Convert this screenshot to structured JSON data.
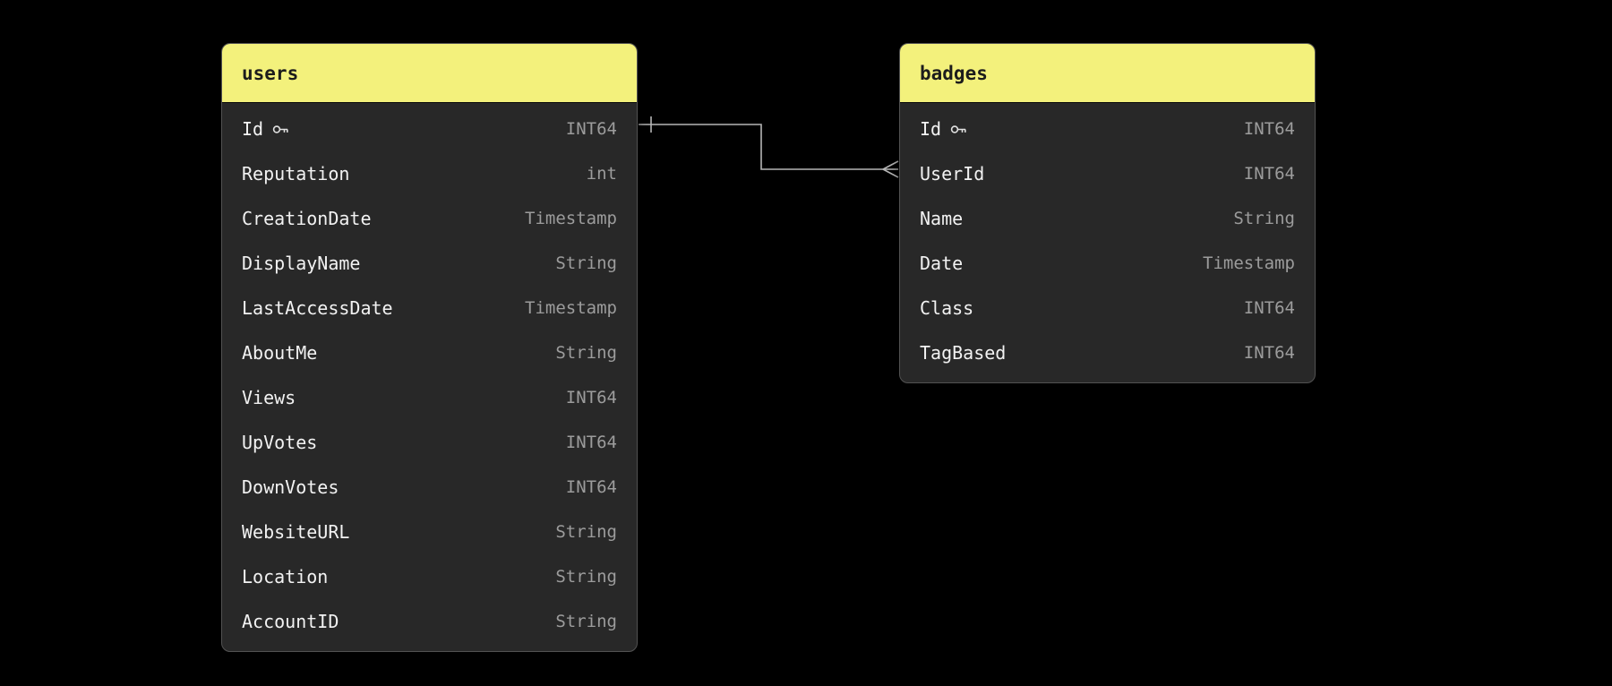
{
  "colors": {
    "canvas_bg": "#000000",
    "table_header_bg": "#f3f17c",
    "table_header_text": "#1c1c1c",
    "table_body_bg": "#282828",
    "table_border": "#525252",
    "field_name_text": "#f2f2f2",
    "field_type_text": "#9c9c9c",
    "connector_line": "#b5b5b5"
  },
  "tables": [
    {
      "name": "users",
      "fields": [
        {
          "name": "Id",
          "type": "INT64",
          "primary_key": true
        },
        {
          "name": "Reputation",
          "type": "int"
        },
        {
          "name": "CreationDate",
          "type": "Timestamp"
        },
        {
          "name": "DisplayName",
          "type": "String"
        },
        {
          "name": "LastAccessDate",
          "type": "Timestamp"
        },
        {
          "name": "AboutMe",
          "type": "String"
        },
        {
          "name": "Views",
          "type": "INT64"
        },
        {
          "name": "UpVotes",
          "type": "INT64"
        },
        {
          "name": "DownVotes",
          "type": "INT64"
        },
        {
          "name": "WebsiteURL",
          "type": "String"
        },
        {
          "name": "Location",
          "type": "String"
        },
        {
          "name": "AccountID",
          "type": "String"
        }
      ]
    },
    {
      "name": "badges",
      "fields": [
        {
          "name": "Id",
          "type": "INT64",
          "primary_key": true
        },
        {
          "name": "UserId",
          "type": "INT64"
        },
        {
          "name": "Name",
          "type": "String"
        },
        {
          "name": "Date",
          "type": "Timestamp"
        },
        {
          "name": "Class",
          "type": "INT64"
        },
        {
          "name": "TagBased",
          "type": "INT64"
        }
      ]
    }
  ],
  "relationships": [
    {
      "from_table": "users",
      "from_field": "Id",
      "to_table": "badges",
      "to_field": "UserId",
      "cardinality": "one-to-many"
    }
  ]
}
